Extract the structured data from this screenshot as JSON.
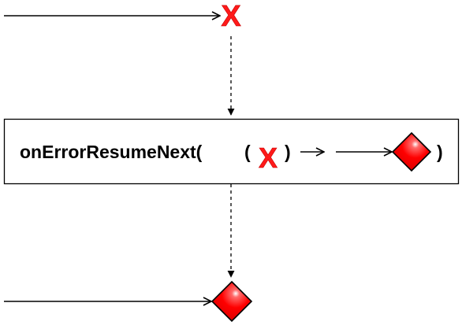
{
  "operator": {
    "name": "onErrorResumeNext(",
    "open_paren": "(",
    "inner_close_paren": ")",
    "outer_close_paren": ")"
  },
  "symbols": {
    "error_glyph": "X",
    "error_icon": "error-x-icon",
    "item_icon": "red-diamond-icon",
    "item_color": "#ff0000",
    "item_color_dark": "#cc0000",
    "error_color": "#ff1a1a"
  },
  "description": {
    "source_stream": "terminates with an error",
    "resume_stream": "emits one item",
    "result_stream": "emits one item"
  }
}
